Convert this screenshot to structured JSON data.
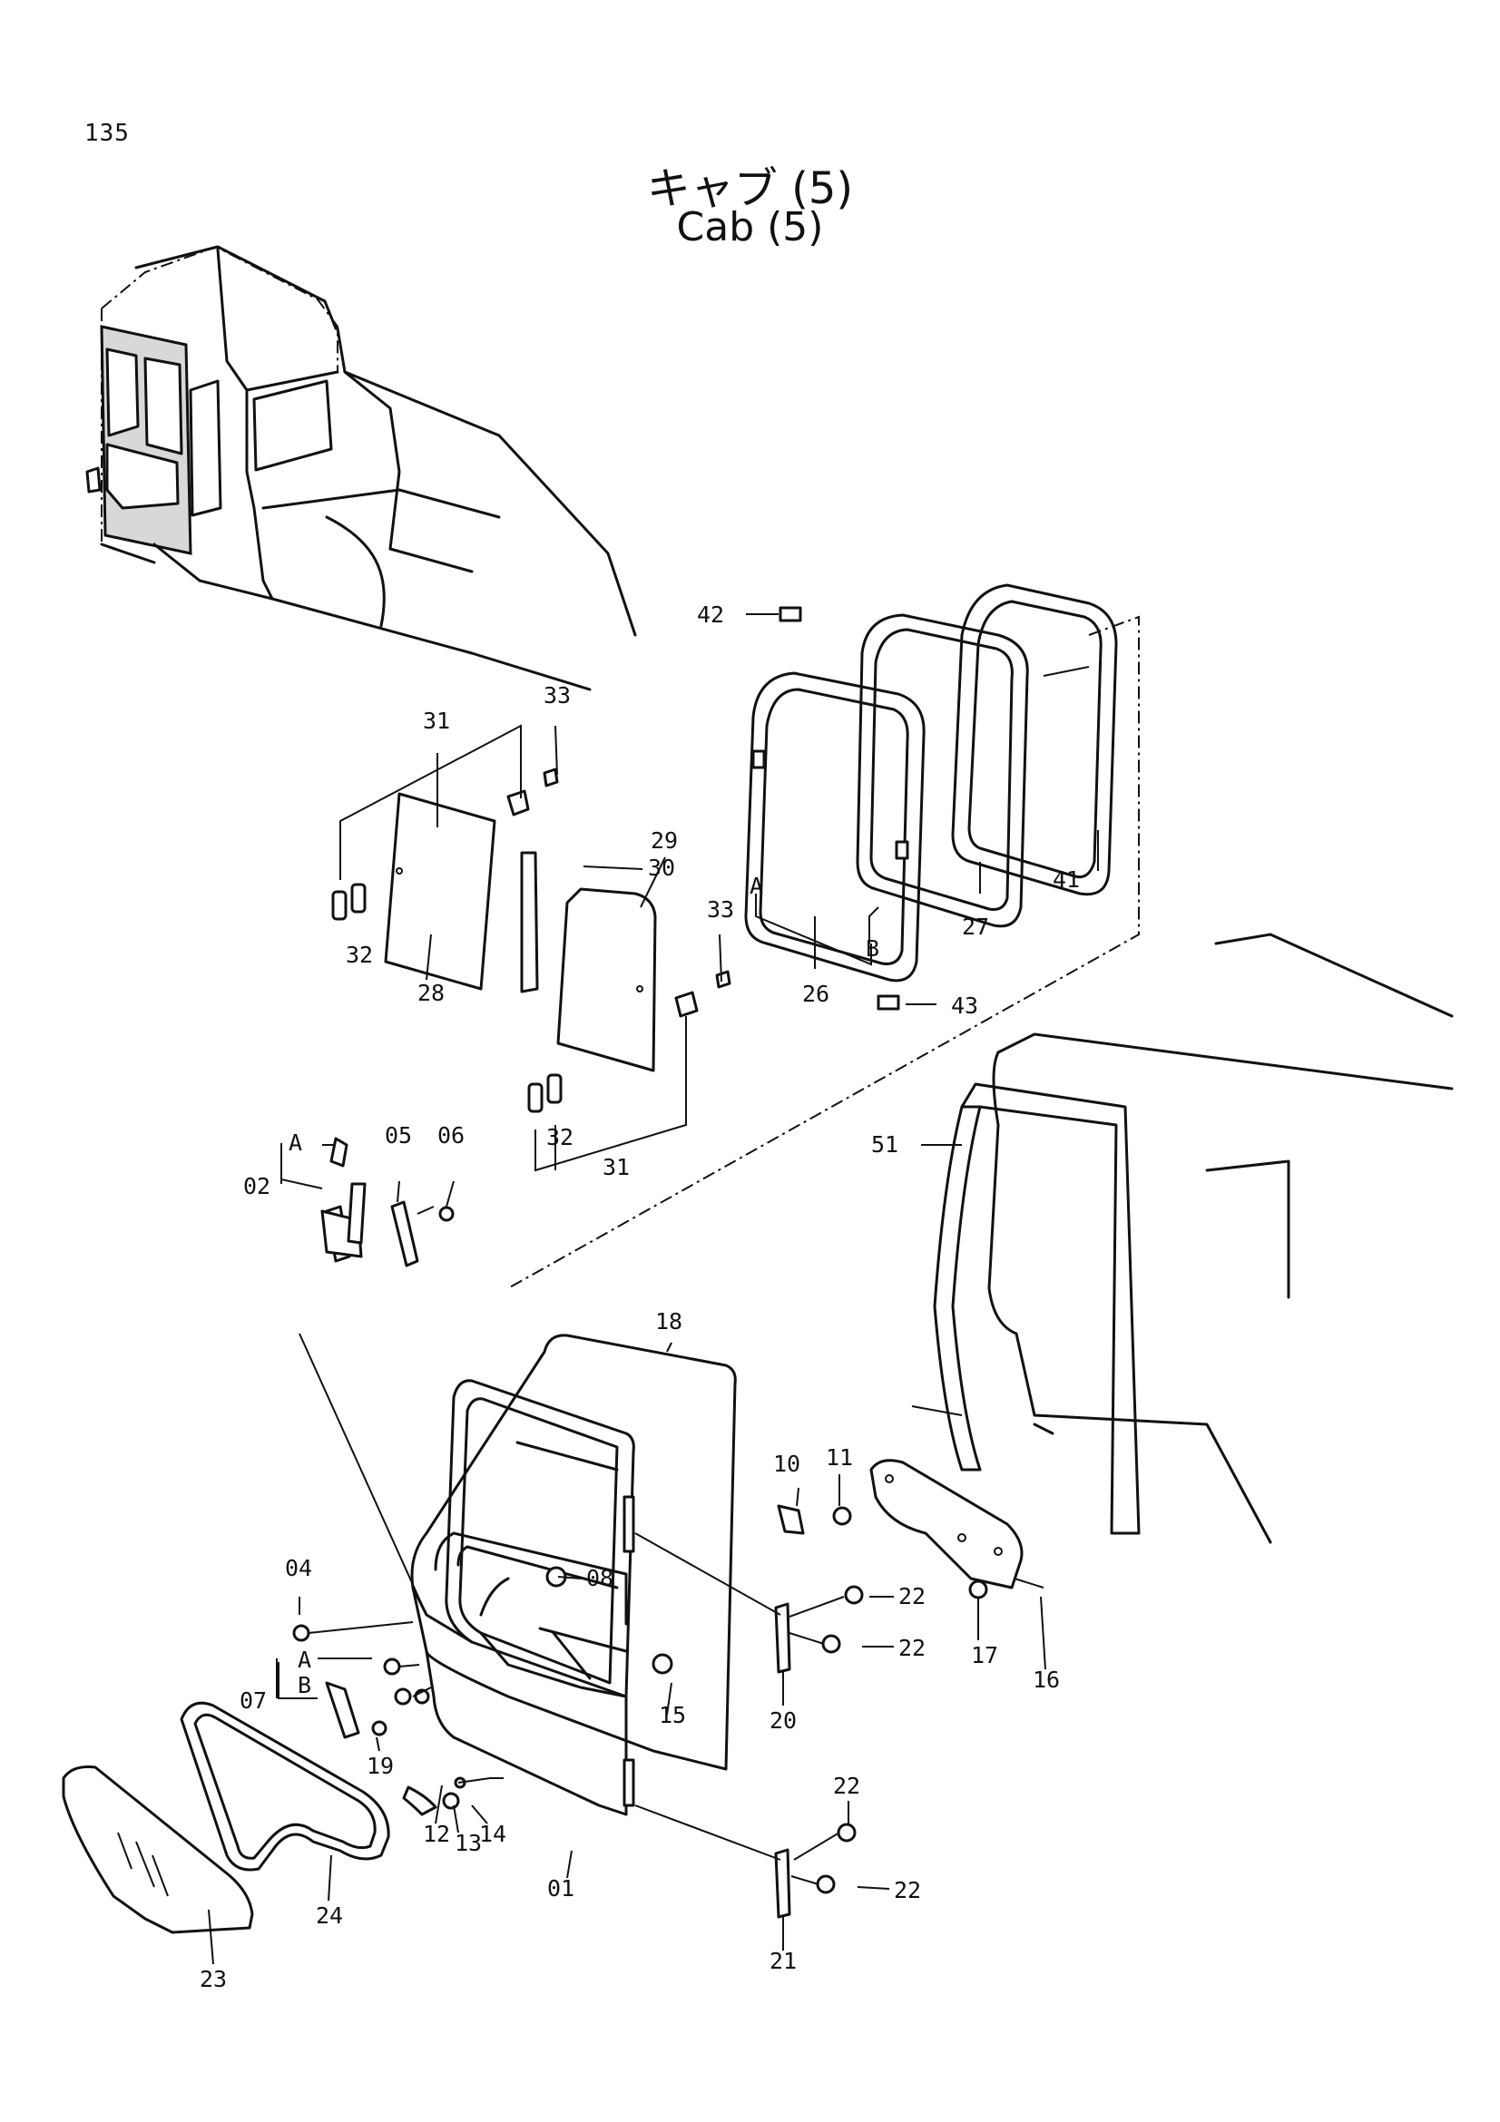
{
  "page_number": "135",
  "title_jp": "キャブ (5)",
  "title_en": "Cab (5)",
  "callouts": {
    "c01": "01",
    "c02": "02",
    "c04": "04",
    "c05": "05",
    "c06": "06",
    "c07": "07",
    "c08": "08",
    "c10": "10",
    "c11": "11",
    "c12": "12",
    "c13": "13",
    "c14": "14",
    "c15": "15",
    "c16": "16",
    "c17": "17",
    "c18": "18",
    "c19": "19",
    "c20": "20",
    "c21": "21",
    "c22a": "22",
    "c22b": "22",
    "c22c": "22",
    "c22d": "22",
    "c23": "23",
    "c24": "24",
    "c26": "26",
    "c27": "27",
    "c28": "28",
    "c29": "29",
    "c30": "30",
    "c31a": "31",
    "c31b": "31",
    "c32a": "32",
    "c32b": "32",
    "c33a": "33",
    "c33b": "33",
    "c41": "41",
    "c42": "42",
    "c43": "43",
    "c51": "51",
    "markA1": "A",
    "markB1": "B",
    "markA2": "A",
    "markA3": "A",
    "markB3": "B"
  }
}
